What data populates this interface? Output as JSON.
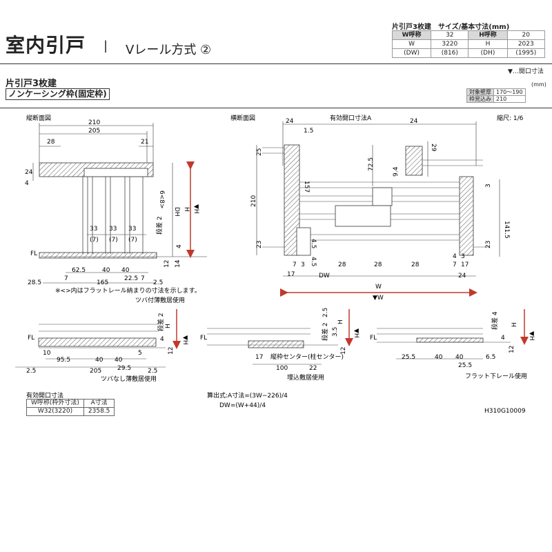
{
  "header": {
    "title": "室内引戸",
    "separator": "|",
    "subtitle": "Vレール方式 ②",
    "spec_caption": "片引戸3枚建　サイズ/基本寸法(mm)",
    "spec": {
      "w_label": "W呼称",
      "w_value": "32",
      "h_label": "H呼称",
      "h_value": "20",
      "w_sym": "W",
      "w_num": "3220",
      "h_sym": "H",
      "h_num": "2023",
      "dw_sym": "(DW)",
      "dw_num": "(816)",
      "dh_sym": "(DH)",
      "dh_num": "(1995)"
    }
  },
  "legend_open": "▼…開口寸法",
  "kind": "片引戸3枚建",
  "frame_type": "ノンケーシング枠(固定枠)",
  "unit": "(mm)",
  "wall_table": {
    "r1_label": "対象壁厚",
    "r1_value": "170〜190",
    "r2_label": "枠見込み",
    "r2_value": "210"
  },
  "views": {
    "vertical": "縦断面図",
    "horizontal": "横断面図",
    "scale": "縮尺: 1/6",
    "effective_opening": "有効開口寸法A"
  },
  "dims": {
    "d210": "210",
    "d205": "205",
    "d28": "28",
    "d21": "21",
    "d24": "24",
    "d4": "4",
    "d33": "33",
    "d7": "(7)",
    "d6_8": "6<8>",
    "dh": "DH",
    "h": "H",
    "vh": "▼H",
    "step2": "段差 2",
    "fl": "FL",
    "d12": "12",
    "d14": "14",
    "d62_5": "62.5",
    "d40": "40",
    "d22_5": "22.5",
    "d165": "165",
    "d28_5": "28.5",
    "d2_5": "2.5",
    "d7b": "7",
    "d1_5": "1.5",
    "d25": "25",
    "d72_5": "72.5",
    "d29": "29",
    "d9_4": "9.4",
    "d157": "157",
    "d3": "3",
    "d141_5": "141.5",
    "d23": "23",
    "d4_5": "4.5",
    "d17": "17",
    "dw": "DW",
    "w": "W",
    "vw": "▼W",
    "d10": "10",
    "d95_5": "95.5",
    "d29_5": "29.5",
    "d5": "5",
    "d2_5b": "2.5",
    "d205b": "205",
    "d3_5": "3.5",
    "d100": "100",
    "d22": "22",
    "d25_5": "25.5",
    "d6_5": "6.5",
    "step4": "段差 4"
  },
  "notes": {
    "flat_rail_note": "※<>内はフラットレール納まりの寸法を示します。",
    "tsuba_sill": "ツバ付薄敷居使用",
    "no_tsuba_sill": "ツバなし薄敷居使用",
    "embedded_sill": "埋込敷居使用",
    "flat_rail": "フラット下レール使用",
    "frame_center": "縦枠センター(柱センター)"
  },
  "opening_table": {
    "caption": "有効開口寸法",
    "h1": "W呼称(枠外寸法)",
    "h2": "A寸法",
    "c1": "W32(3220)",
    "c2": "2358.5"
  },
  "formula": {
    "line1": "算出式:A寸法=(3W−226)/4",
    "line2": "DW=(W+44)/4"
  },
  "code": "H310G10009",
  "colors": {
    "arrow": "#c0392b",
    "hatch": "#555555",
    "line": "#333333"
  }
}
